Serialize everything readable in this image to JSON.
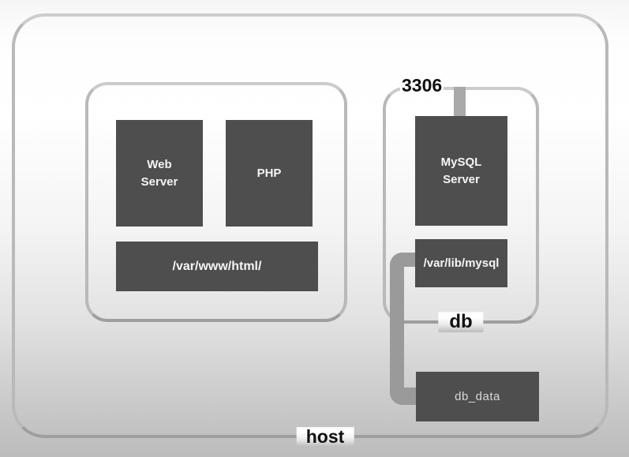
{
  "diagram": {
    "host": {
      "label": "host",
      "port_label": "3306",
      "web_container": {
        "services": [
          {
            "label": "Web Server"
          },
          {
            "label": "PHP"
          }
        ],
        "mount_path": "/var/www/html/"
      },
      "db_container": {
        "label": "db",
        "service": {
          "label": "MySQL Server"
        },
        "mount_path": "/var/lib/mysql"
      },
      "volume": {
        "label": "db_data"
      }
    },
    "colors": {
      "box_fill": "#4e4e4e",
      "box_text": "#f5f5f5",
      "container_border": "#b9b9b9",
      "connector": "#9a9a9a",
      "label_text": "#111111"
    }
  }
}
